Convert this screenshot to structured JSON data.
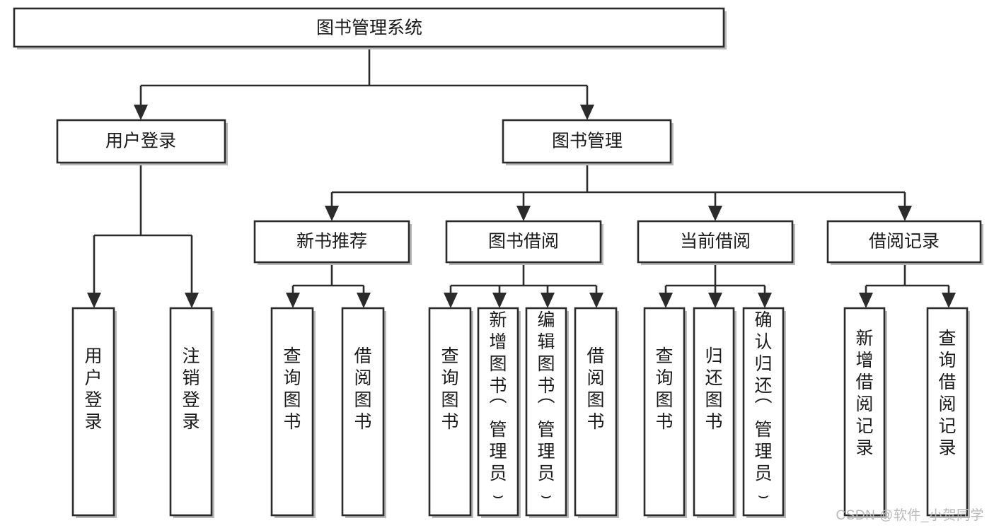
{
  "diagram": {
    "title": "图书管理系统",
    "type": "tree-hierarchy-diagram",
    "colors": {
      "box_fill": "#ffffff",
      "box_stroke": "#2b2b2b",
      "text": "#1a1a1a",
      "background": "#ffffff",
      "watermark": "#b9b9b9"
    },
    "root": {
      "label": "图书管理系统",
      "orientation": "horizontal"
    },
    "level2": [
      {
        "label": "用户登录",
        "orientation": "horizontal"
      },
      {
        "label": "图书管理",
        "orientation": "horizontal"
      }
    ],
    "level3": [
      {
        "label": "新书推荐",
        "orientation": "horizontal"
      },
      {
        "label": "图书借阅",
        "orientation": "horizontal"
      },
      {
        "label": "当前借阅",
        "orientation": "horizontal"
      },
      {
        "label": "借阅记录",
        "orientation": "horizontal"
      }
    ],
    "leaves": {
      "user_login": [
        {
          "label": "用户登录",
          "orientation": "vertical"
        },
        {
          "label": "注销登录",
          "orientation": "vertical"
        }
      ],
      "new_book_recommend": [
        {
          "label": "查询图书",
          "orientation": "vertical"
        },
        {
          "label": "借阅图书",
          "orientation": "vertical"
        }
      ],
      "book_borrow": [
        {
          "label": "查询图书",
          "orientation": "vertical"
        },
        {
          "label": "新增图书（管理员）",
          "orientation": "vertical"
        },
        {
          "label": "编辑图书（管理员）",
          "orientation": "vertical"
        },
        {
          "label": "借阅图书",
          "orientation": "vertical"
        }
      ],
      "current_borrow": [
        {
          "label": "查询图书",
          "orientation": "vertical"
        },
        {
          "label": "归还图书",
          "orientation": "vertical"
        },
        {
          "label": "确认归还（管理员）",
          "orientation": "vertical"
        }
      ],
      "borrow_record": [
        {
          "label": "新增借阅记录",
          "orientation": "vertical"
        },
        {
          "label": "查询借阅记录",
          "orientation": "vertical"
        }
      ]
    }
  },
  "watermark": {
    "text": "CSDN @软件_小贺同学"
  }
}
